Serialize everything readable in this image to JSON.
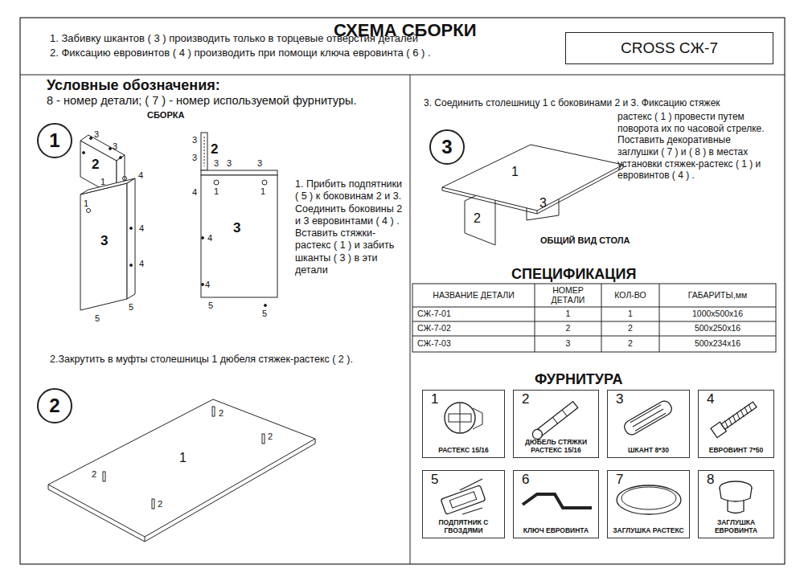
{
  "diagram": {
    "title": "СХЕМА СБОРКИ",
    "nodes": [
      {
        "text": [
          "CROSS СЖ-7"
        ]
      },
      {
        "text": [
          "1"
        ]
      },
      {
        "text": [
          "2"
        ]
      },
      {
        "text": [
          "3"
        ]
      },
      {
        "text": [
          "1",
          "РАСТЕКС 15/16"
        ]
      },
      {
        "text": [
          "2",
          "ДЮБЕЛЬ СТЯЖКИ РАСТЕКС 15/16"
        ]
      },
      {
        "text": [
          "3",
          "ШКАНТ 8*30"
        ]
      },
      {
        "text": [
          "4",
          "ЕВРОВИНТ 7*50"
        ]
      },
      {
        "text": [
          "5",
          "ПОДПЯТНИК С ГВОЗДЯМИ"
        ]
      },
      {
        "text": [
          "6",
          "КЛЮЧ ЕВРОВИНТА"
        ]
      },
      {
        "text": [
          "7",
          "ЗАГЛУШКА РАСТЕКС"
        ]
      },
      {
        "text": [
          "8",
          "ЗАГЛУШКА ЕВРОВИНТА"
        ]
      }
    ],
    "labels": [
      "1. Забивку шкантов ( 3 ) производить только в торцевые отверстия деталей",
      "2. Фиксацию евровинтов ( 4 ) производить при помощи ключа евровинта ( 6 ) .",
      "Условные обозначения:",
      "8 - номер детали; ( 7 ) - номер используемой фурнитуры.",
      "СБОРКА",
      "1. Прибить подпятники ( 5 ) к боковинам 2 и 3. Соединить боковины 2 и 3 евровинтами ( 4 ) . Вставить стяжки- растекс ( 1 ) и забить шканты ( 3 ) в эти детали",
      "3. Соединить столешницу 1 с боковинами 2 и 3. Фиксацию стяжек",
      "растекс ( 1 ) провести путем поворота их по часовой стрелке. Поставить декоративные заглушки ( 7 ) и ( 8 ) в местах установки стяжек-растекс ( 1 ) и евровинтов ( 4 ) .",
      "ОБЩИЙ ВИД СТОЛА",
      "СПЕЦИФИКАЦИЯ",
      "НАЗВАНИЕ ДЕТАЛИ",
      "НОМЕР ДЕТАЛИ",
      "КОЛ-ВО",
      "ГАБАРИТЫ,мм",
      "СЖ-7-01",
      "1",
      "1",
      "1000x500x16",
      "СЖ-7-02",
      "2",
      "2",
      "500x250x16",
      "СЖ-7-03",
      "3",
      "2",
      "500x234x16",
      "ФУРНИТУРА",
      "2.Закрутить в муфты столешницы 1 дюбеля стяжек-растекс ( 2 ).",
      "3",
      "3",
      "2",
      "4",
      "1",
      "1",
      "3",
      "4",
      "4",
      "5",
      "5",
      "3",
      "2",
      "3",
      "3",
      "3",
      "3",
      "4",
      "1",
      "1",
      "3",
      "4",
      "4",
      "5",
      "5",
      "2",
      "2",
      "2",
      "2",
      "1",
      "1",
      "2",
      "3"
    ]
  }
}
